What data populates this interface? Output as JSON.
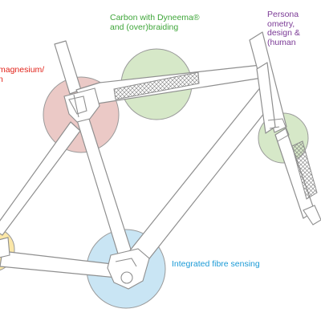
{
  "colors": {
    "frame_stroke": "#8f8f8f",
    "frame_fill": "#ffffff",
    "hatch": "#7a7a7a",
    "red_circle_fill": "#ebc9c6",
    "red_circle_stroke": "#9a9a9a",
    "green_circle_fill": "#d6e8c8",
    "yellow_circle_fill": "#fbe7a8",
    "blue_circle_fill": "#c9e5f4"
  },
  "labels": {
    "carbon": {
      "line1": "Carbon with Dyneema®",
      "line2": "and (over)braiding",
      "color": "#3fa63a"
    },
    "magnesium": {
      "line1": "magnesium/",
      "line2": "n",
      "color": "#e2231a"
    },
    "personal": {
      "line1": "Persona",
      "line2": "ometry,",
      "line3": "design &",
      "line4": "(human",
      "color": "#7b3a96"
    },
    "sensing": {
      "text": "Integrated fibre sensing",
      "color": "#1a9ad6"
    }
  }
}
